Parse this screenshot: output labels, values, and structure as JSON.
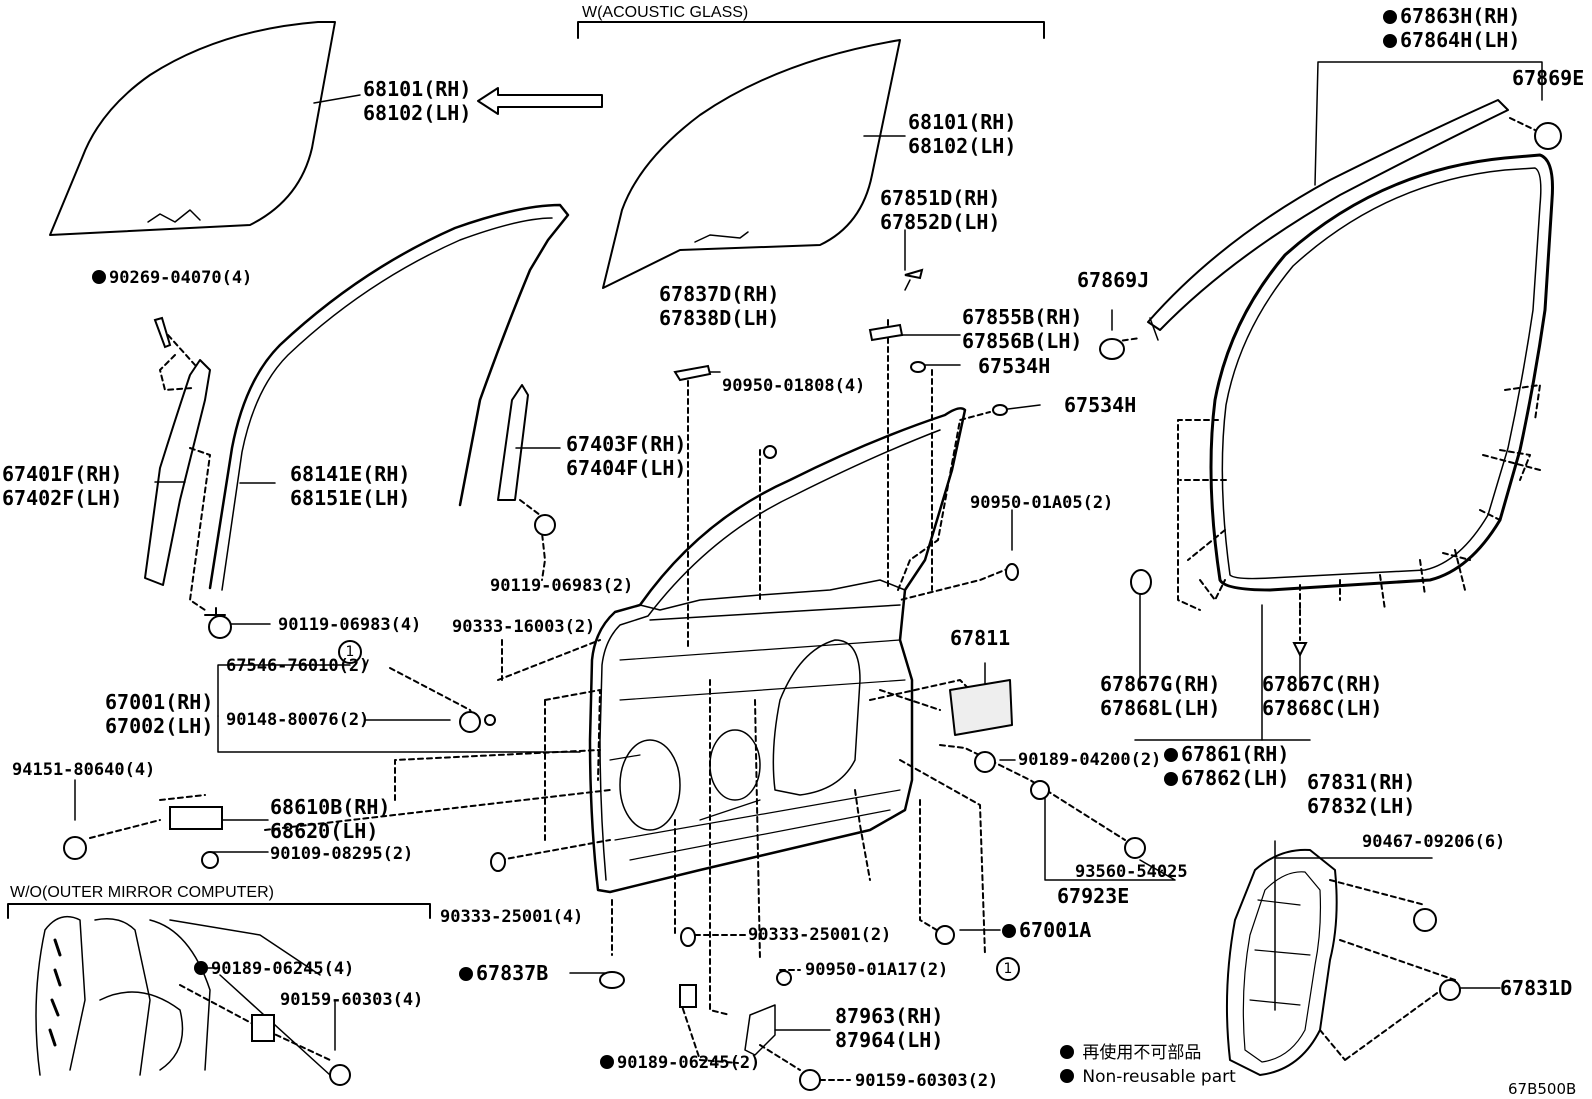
{
  "diagram_id": "67B500B",
  "headers": {
    "acoustic_glass": "W(ACOUSTIC GLASS)",
    "outer_mirror": "W/O(OUTER MIRROR COMPUTER)"
  },
  "callout_marker": "1",
  "parts": {
    "glass_left_rh": "68101(RH)",
    "glass_left_lh": "68102(LH)",
    "glass_mid_rh": "68101(RH)",
    "glass_mid_lh": "68102(LH)",
    "p90269": "90269-04070(4)",
    "p67401": "67401F(RH)",
    "p67402": "67402F(LH)",
    "p68141": "68141E(RH)",
    "p68151": "68151E(LH)",
    "p67403": "67403F(RH)",
    "p67404": "67404F(LH)",
    "p90119a": "90119-06983(2)",
    "p90119b": "90119-06983(4)",
    "p67837d": "67837D(RH)",
    "p67838d": "67838D(LH)",
    "p67851": "67851D(RH)",
    "p67852": "67852D(LH)",
    "p67855": "67855B(RH)",
    "p67856": "67856B(LH)",
    "p67534a": "67534H",
    "p67534b": "67534H",
    "p90950_01808": "90950-01808(4)",
    "p90950_01a05": "90950-01A05(2)",
    "p90333_16003": "90333-16003(2)",
    "p67546": "67546-76010(2)",
    "p90148": "90148-80076(2)",
    "p67001": "67001(RH)",
    "p67002": "67002(LH)",
    "p67811": "67811",
    "p94151": "94151-80640(4)",
    "p68610": "68610B(RH)",
    "p68620": "68620(LH)",
    "p90109": "90109-08295(2)",
    "p90189_04200": "90189-04200(2)",
    "p93560": "93560-54025",
    "p67923": "67923E",
    "p67001a": "67001A",
    "p90333_25001a": "90333-25001(4)",
    "p90333_25001b": "90333-25001(2)",
    "p90950_01a17": "90950-01A17(2)",
    "p67837b": "67837B",
    "p87963": "87963(RH)",
    "p87964": "87964(LH)",
    "p90189_06245a": "90189-06245(2)",
    "p90159_60303a": "90159-60303(2)",
    "p90189_06245b": "90189-06245(4)",
    "p90159_60303b": "90159-60303(4)",
    "p67863": "67863H(RH)",
    "p67864": "67864H(LH)",
    "p67869e": "67869E",
    "p67869j": "67869J",
    "p67867g": "67867G(RH)",
    "p67868l": "67868L(LH)",
    "p67867c": "67867C(RH)",
    "p67868c": "67868C(LH)",
    "p67861": "67861(RH)",
    "p67862": "67862(LH)",
    "p67831": "67831(RH)",
    "p67832": "67832(LH)",
    "p90467": "90467-09206(6)",
    "p67831d": "67831D"
  },
  "legend": {
    "jp": "再使用不可部品",
    "en": "Non-reusable part"
  }
}
